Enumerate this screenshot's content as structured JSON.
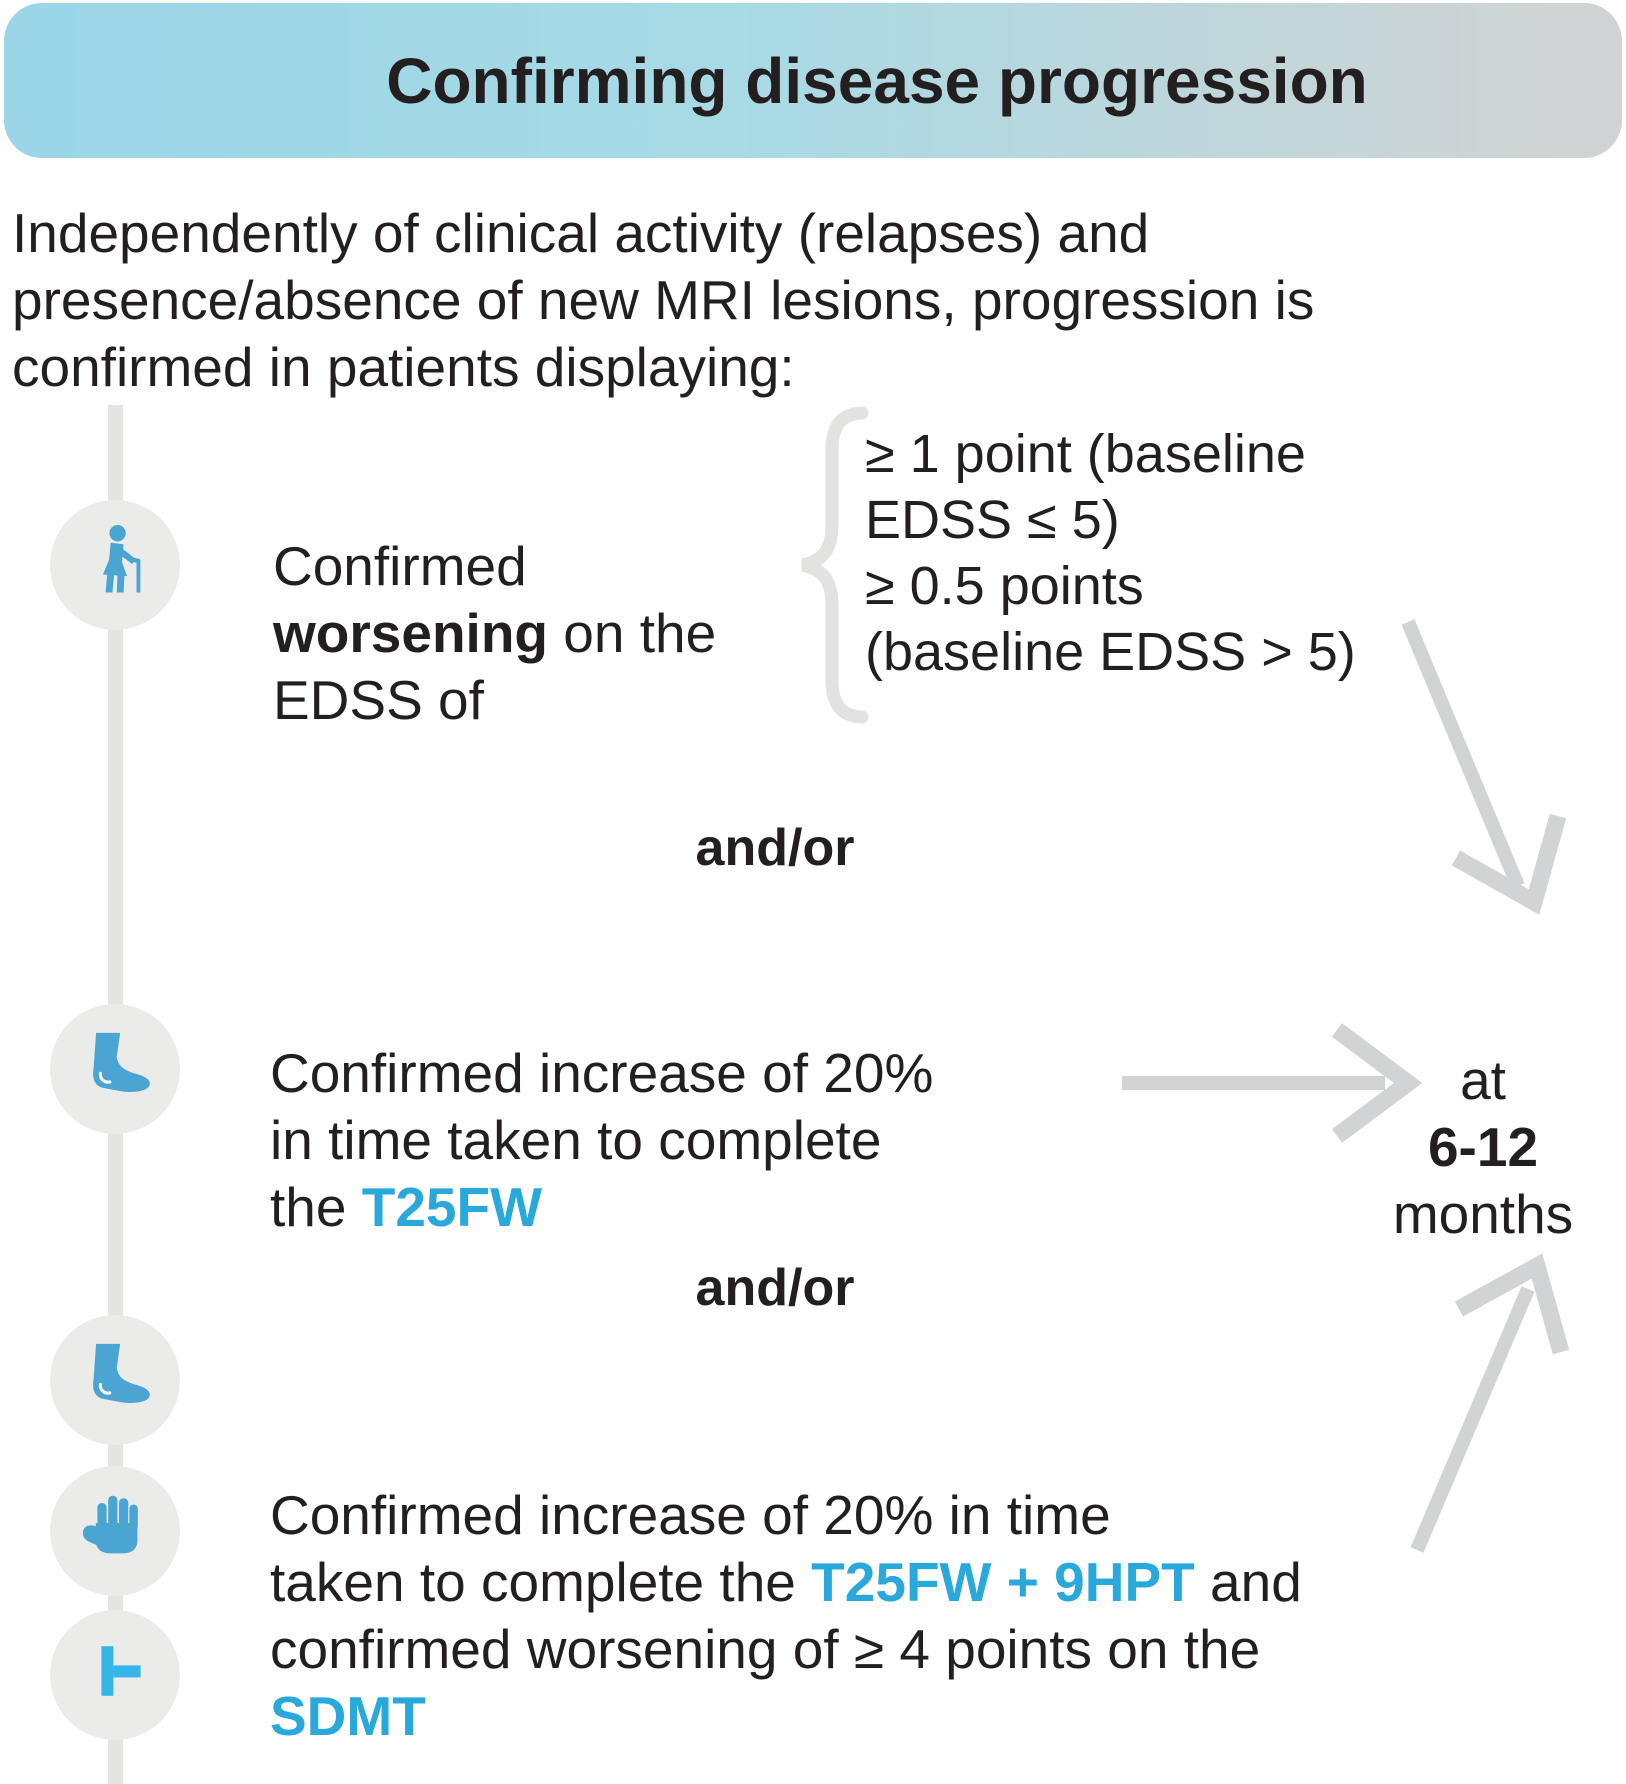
{
  "header": {
    "title": "Confirming disease progression"
  },
  "intro": {
    "text": "Independently of clinical activity (relapses) and\npresence/absence of new MRI lesions, progression is\nconfirmed in patients displaying:"
  },
  "timeline": {
    "item1": {
      "pre": "Confirmed\n",
      "bold": "worsening",
      "post": " on the\nEDSS of"
    },
    "brace": {
      "text": "≥ 1 point (baseline\nEDSS ≤ 5)\n≥ 0.5 points\n(baseline EDSS > 5)"
    },
    "connector1": "and/or",
    "item2": {
      "pre": "Confirmed increase of 20%\nin time taken to complete\nthe ",
      "highlight": "T25FW"
    },
    "connector2": "and/or",
    "item3": {
      "pre": "Confirmed increase of 20% in time\ntaken to complete the ",
      "highlight1": "T25FW + 9HPT",
      "mid": " and\nconfirmed worsening of ≥ 4 points on the\n",
      "highlight2": "SDMT"
    }
  },
  "outcome": {
    "pre": "at\n",
    "bold": "6-12",
    "post": "\nmonths"
  },
  "icons": {
    "person": "person-with-cane-icon",
    "foot": "foot-icon",
    "hand": "hand-icon",
    "peg": "peg-icon"
  },
  "colors": {
    "text_dark": "#231F20",
    "accent_blue": "#29A8DC",
    "icon_blue": "#4BA5D2",
    "icon_cyan": "#35B6E9",
    "circle_gray": "#EBEBE9",
    "line_gray": "#E4E4E2",
    "arrow_gray": "#D1D3D4",
    "brace_gray": "#E2E2E0",
    "header_gradient_start": "#9AD5E8",
    "header_gradient_mid": "#A8DAE5",
    "header_gradient_end": "#D0D3D3"
  }
}
